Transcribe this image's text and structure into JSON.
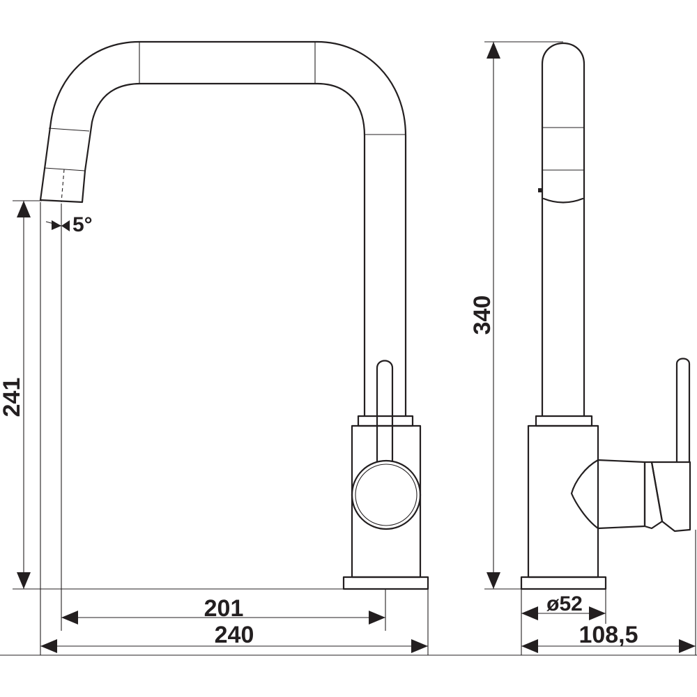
{
  "dimensions": {
    "spout_height": "241",
    "total_height": "340",
    "spout_reach": "201",
    "total_depth": "240",
    "base_diameter": "ø52",
    "side_depth": "108,5",
    "spout_angle": "5°"
  },
  "colors": {
    "line": "#231f20",
    "background": "#ffffff"
  }
}
